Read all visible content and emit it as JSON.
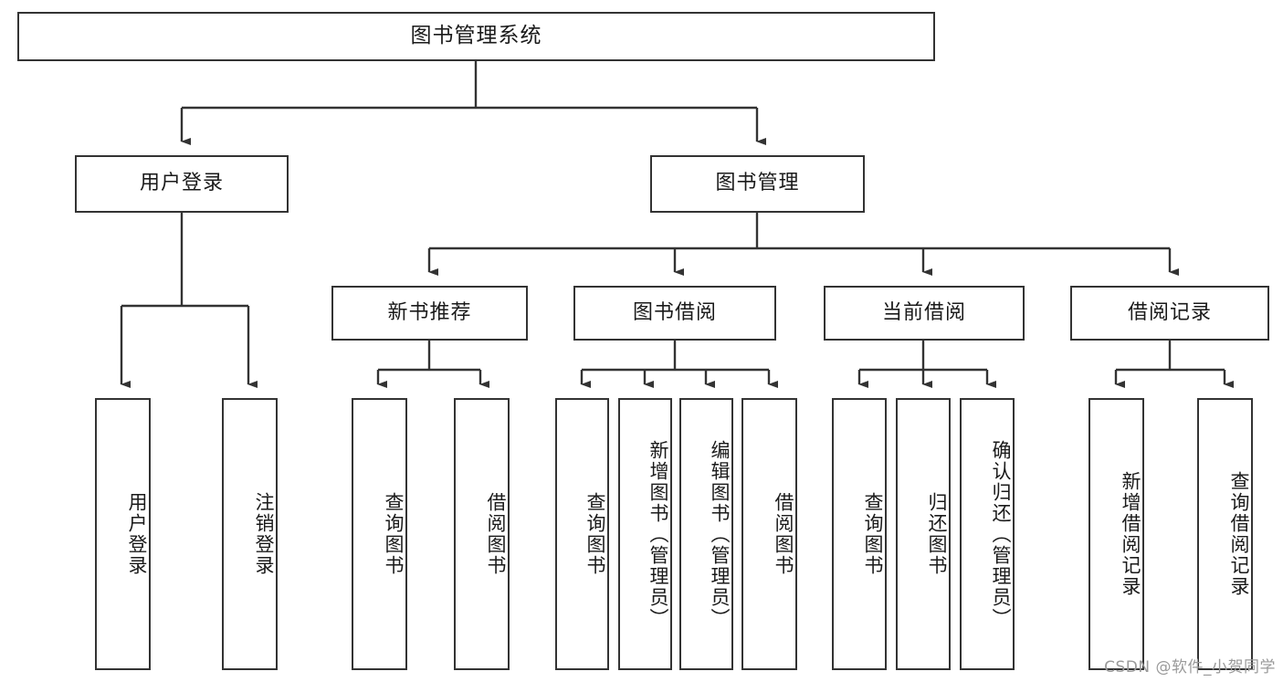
{
  "diagram": {
    "title_node": {
      "label": "图书管理系统"
    },
    "level2": [
      {
        "id": "user-login",
        "label": "用户登录"
      },
      {
        "id": "book-manage",
        "label": "图书管理"
      }
    ],
    "level3": [
      {
        "id": "new-book-recommend",
        "label": "新书推荐"
      },
      {
        "id": "book-borrow",
        "label": "图书借阅"
      },
      {
        "id": "current-borrow",
        "label": "当前借阅"
      },
      {
        "id": "borrow-record",
        "label": "借阅记录"
      }
    ],
    "leaves": {
      "user_login": [
        {
          "id": "leaf-user-login",
          "label": "用户登录"
        },
        {
          "id": "leaf-logout-login",
          "label": "注销登录"
        }
      ],
      "new_book_recommend": [
        {
          "id": "leaf-query-book-1",
          "label": "查询图书"
        },
        {
          "id": "leaf-borrow-book-1",
          "label": "借阅图书"
        }
      ],
      "book_borrow": [
        {
          "id": "leaf-query-book-2",
          "label": "查询图书"
        },
        {
          "id": "leaf-add-book",
          "label": "新增图书（管理员）"
        },
        {
          "id": "leaf-edit-book",
          "label": "编辑图书（管理员）"
        },
        {
          "id": "leaf-borrow-book-2",
          "label": "借阅图书"
        }
      ],
      "current_borrow": [
        {
          "id": "leaf-query-book-3",
          "label": "查询图书"
        },
        {
          "id": "leaf-return-book",
          "label": "归还图书"
        },
        {
          "id": "leaf-confirm-return",
          "label": "确认归还（管理员）"
        }
      ],
      "borrow_record": [
        {
          "id": "leaf-add-record",
          "label": "新增借阅记录"
        },
        {
          "id": "leaf-query-record",
          "label": "查询借阅记录"
        }
      ]
    },
    "watermark": "CSDN @软件_小贺同学",
    "colors": {
      "box_border": "#333333",
      "box_fill": "#ffffff",
      "edge": "#333333",
      "text": "#1a1a1a",
      "watermark": "#9a9a9a",
      "background": "#ffffff"
    }
  }
}
